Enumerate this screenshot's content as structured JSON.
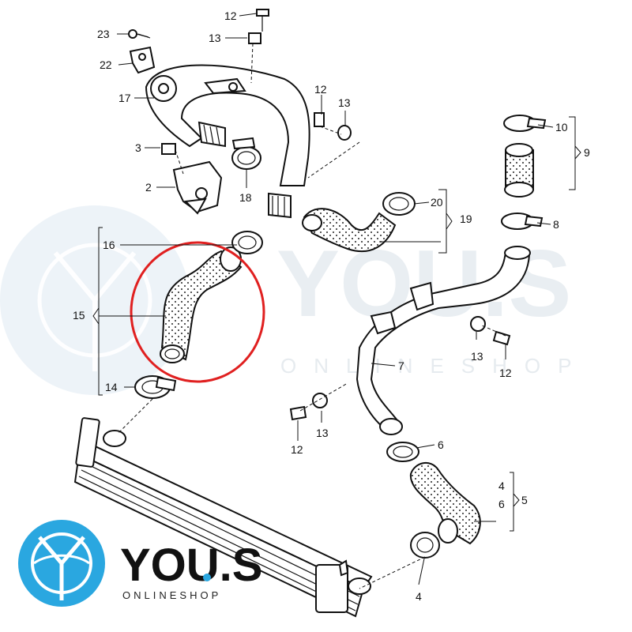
{
  "watermark": {
    "text_main": "YOU.S",
    "text_sub": "ONLINESHOP"
  },
  "logo": {
    "text_main": "YOU.S",
    "text_sub": "ONLINESHOP"
  },
  "colors": {
    "highlight": "#e02020",
    "watermark": "#e6eef5",
    "logo_blue": "#2aa7e0"
  },
  "callouts": {
    "c2": "2",
    "c3": "3",
    "c4a": "4",
    "c4b": "4",
    "c5": "5",
    "c6a": "6",
    "c6b": "6",
    "c7": "7",
    "c8": "8",
    "c9": "9",
    "c10": "10",
    "c12a": "12",
    "c12b": "12",
    "c12c": "12",
    "c12d": "12",
    "c13a": "13",
    "c13b": "13",
    "c13c": "13",
    "c13d": "13",
    "c14": "14",
    "c15": "15",
    "c16": "16",
    "c17": "17",
    "c18": "18",
    "c19": "19",
    "c20": "20",
    "c22": "22",
    "c23": "23"
  }
}
